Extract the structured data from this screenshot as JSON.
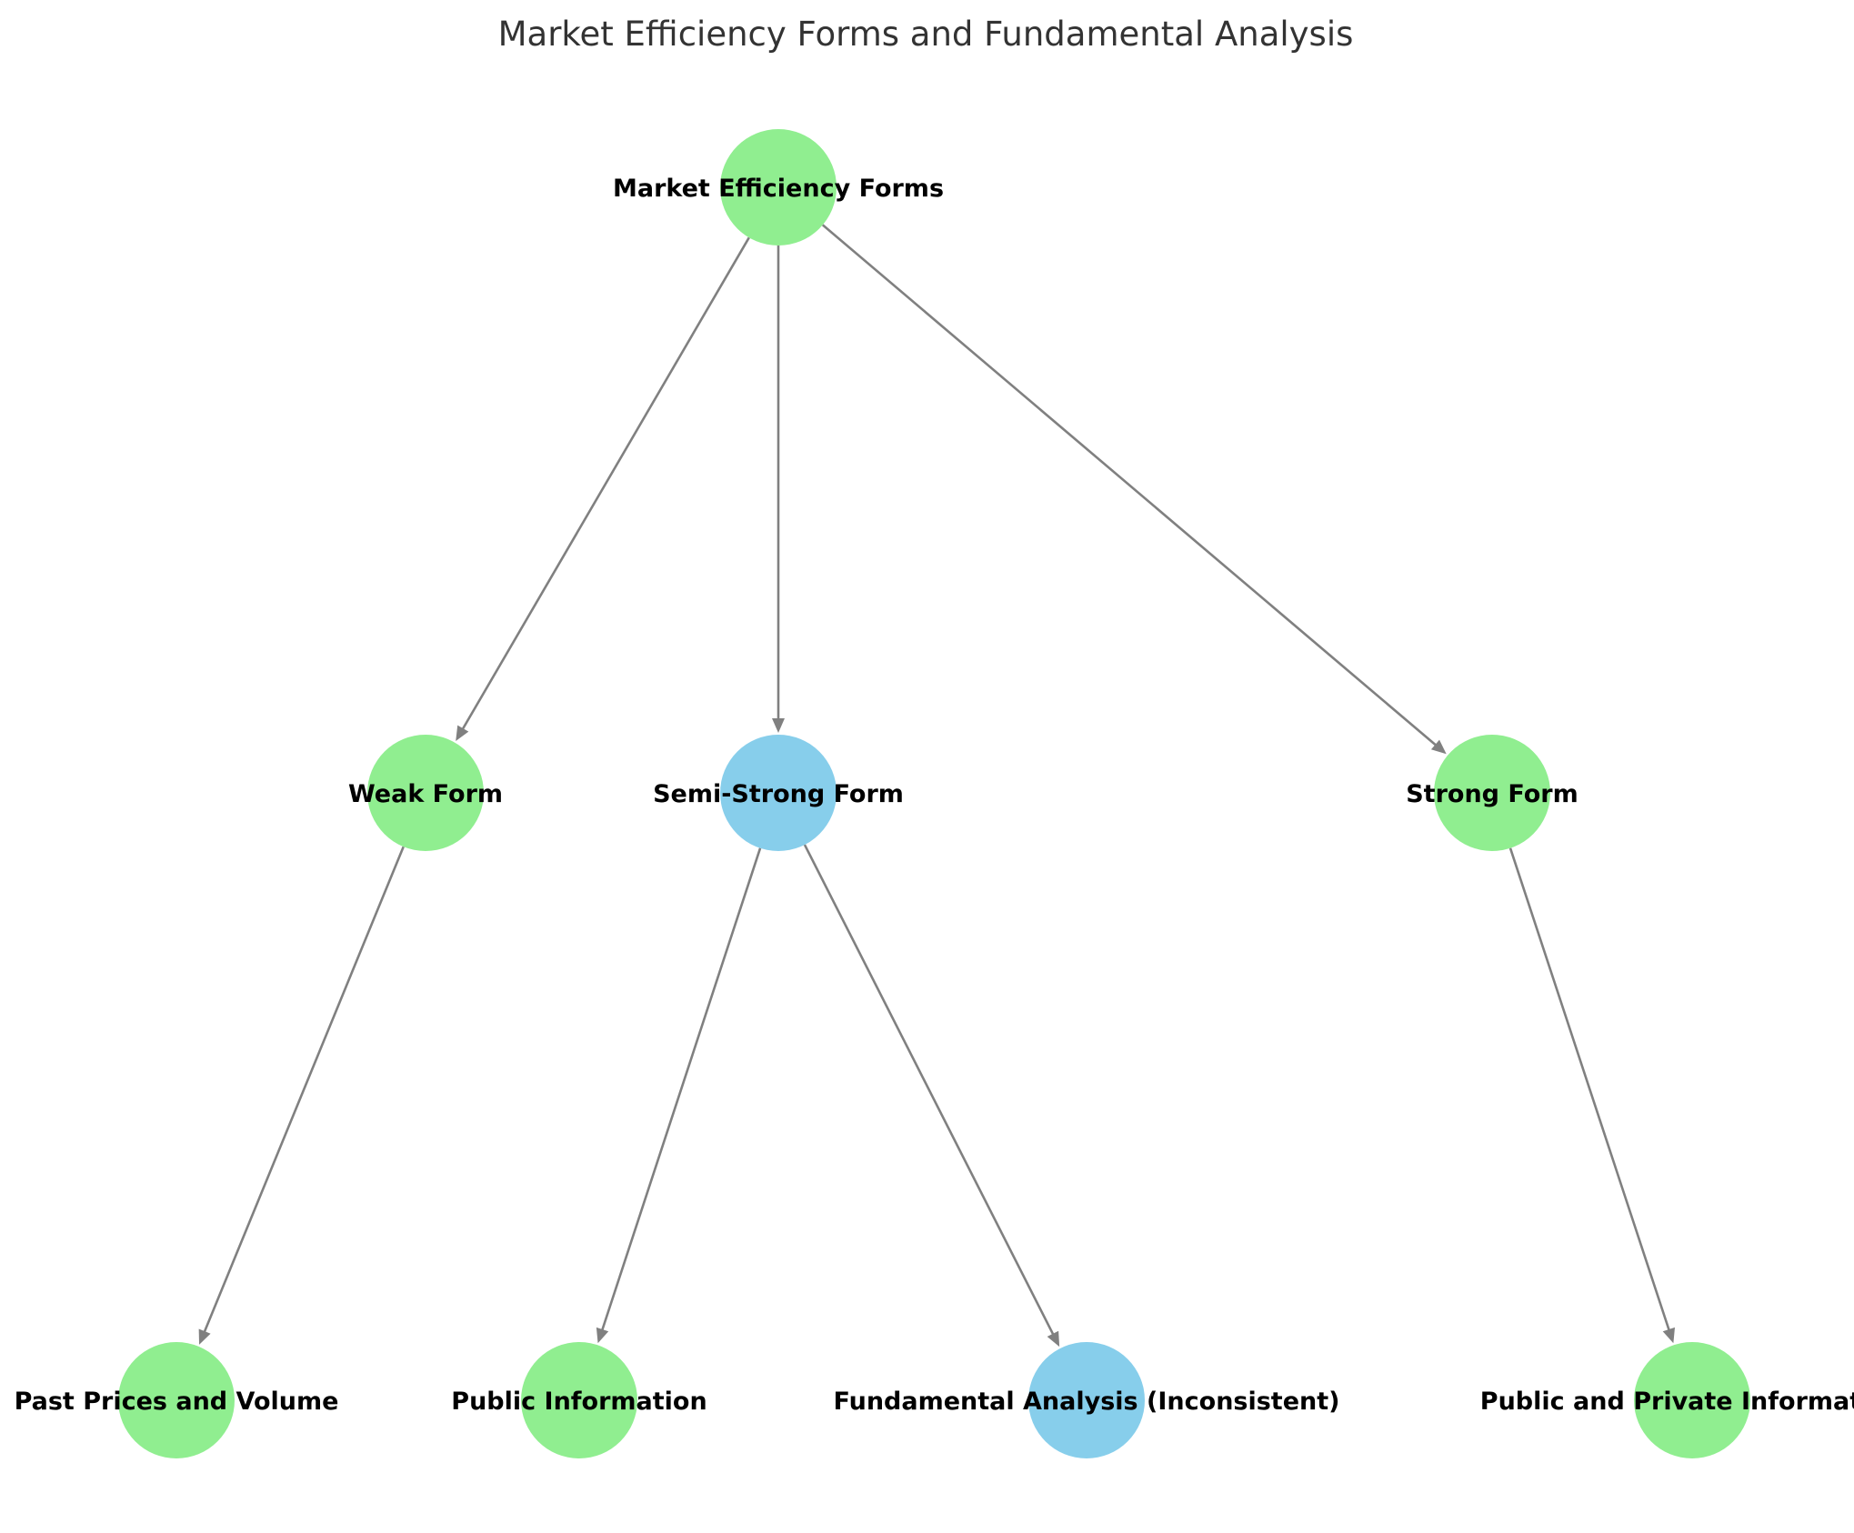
{
  "title": "Market Efficiency Forms and Fundamental Analysis",
  "colors": {
    "green": "#90EE90",
    "blue": "#87CEEB",
    "edge": "#808080",
    "title": "#333333"
  },
  "nodes": [
    {
      "id": "root",
      "label": "Market Efficiency Forms",
      "color": "green"
    },
    {
      "id": "weak",
      "label": "Weak Form",
      "color": "green"
    },
    {
      "id": "semi",
      "label": "Semi-Strong Form",
      "color": "blue"
    },
    {
      "id": "strong",
      "label": "Strong Form",
      "color": "green"
    },
    {
      "id": "past",
      "label": "Past Prices and Volume",
      "color": "green"
    },
    {
      "id": "public",
      "label": "Public Information",
      "color": "green"
    },
    {
      "id": "fund",
      "label": "Fundamental Analysis (Inconsistent)",
      "color": "blue"
    },
    {
      "id": "pubpriv",
      "label": "Public and Private Information",
      "color": "green"
    }
  ],
  "edges": [
    {
      "from": "root",
      "to": "weak"
    },
    {
      "from": "root",
      "to": "semi"
    },
    {
      "from": "root",
      "to": "strong"
    },
    {
      "from": "weak",
      "to": "past"
    },
    {
      "from": "semi",
      "to": "public"
    },
    {
      "from": "semi",
      "to": "fund"
    },
    {
      "from": "strong",
      "to": "pubpriv"
    }
  ]
}
